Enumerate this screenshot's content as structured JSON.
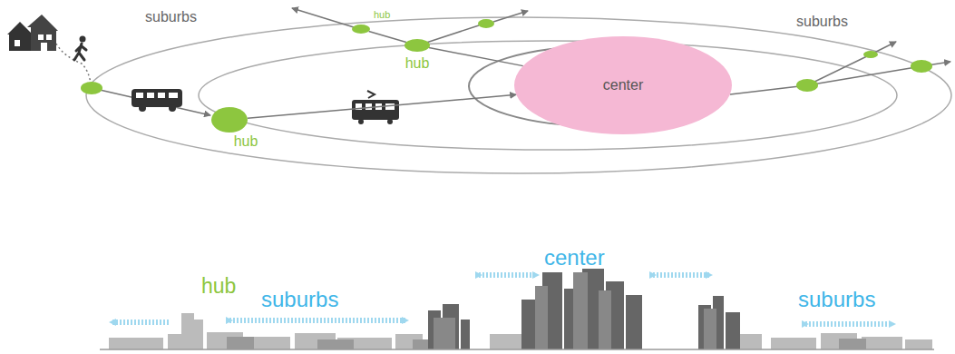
{
  "diagram": {
    "nodes": [
      {
        "text": [
          "hub"
        ]
      },
      {
        "text": [
          "hub"
        ]
      },
      {
        "text": [
          "hub"
        ]
      },
      {
        "text": [
          "center"
        ]
      }
    ],
    "edges": [
      {
        "from": 0,
        "to": 1,
        "arrow": "none"
      },
      {
        "from": 1,
        "to": 3,
        "arrow": "none"
      },
      {
        "from": 2,
        "to": 3,
        "arrow": "to"
      }
    ],
    "labels": [
      "suburbs",
      "suburbs",
      "hub",
      "suburbs",
      "center",
      "suburbs"
    ]
  }
}
